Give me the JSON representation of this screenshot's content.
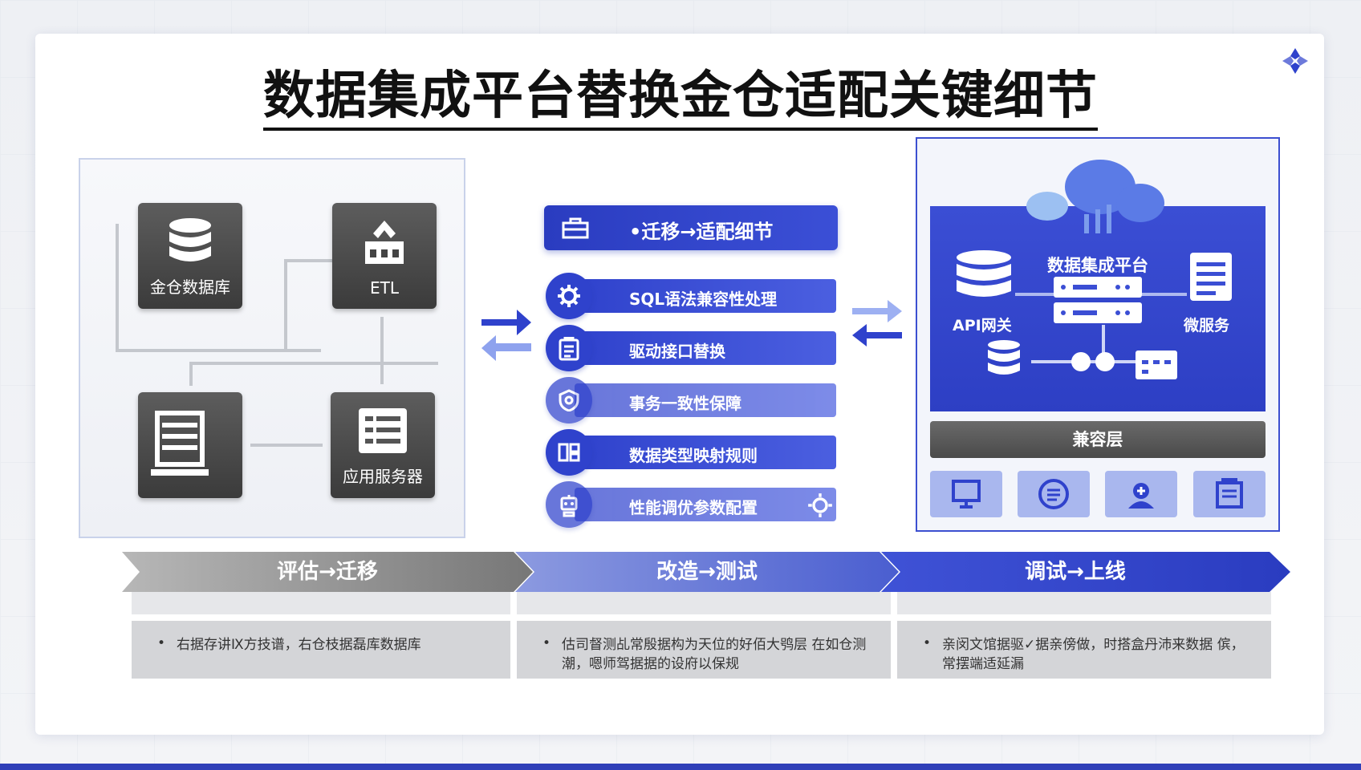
{
  "title": "数据集成平台替换金仓适配关键细节",
  "colors": {
    "accent": "#2f42cc",
    "dark": "#444444",
    "panel_border": "#3c4fd0"
  },
  "left_panel": {
    "nodes": [
      {
        "label": "金仓数据库",
        "icon": "database-icon"
      },
      {
        "label": "ETL",
        "icon": "building-icon"
      },
      {
        "label": "",
        "icon": "server-rack-icon"
      },
      {
        "label": "应用服务器",
        "icon": "server-list-icon"
      }
    ]
  },
  "middle": {
    "header": "•迁移→适配细节",
    "items": [
      {
        "label": "SQL语法兼容性处理",
        "icon": "gear-icon"
      },
      {
        "label": "驱动接口替换",
        "icon": "clipboard-icon"
      },
      {
        "label": "事务一致性保障",
        "icon": "shield-icon"
      },
      {
        "label": "数据类型映射规则",
        "icon": "mapping-icon"
      },
      {
        "label": "性能调优参数配置",
        "icon": "robot-icon"
      }
    ]
  },
  "right_panel": {
    "platform_title": "数据集成平台",
    "api_label": "API网关",
    "micro_label": "微服务",
    "compat_label": "兼容层",
    "bottom_icons": [
      "monitor-icon",
      "document-icon",
      "user-plus-icon",
      "clipboard-icon"
    ]
  },
  "flow": {
    "steps": [
      {
        "label": "评估→迁移"
      },
      {
        "label": "改造→测试"
      },
      {
        "label": "调试→上线"
      }
    ],
    "descriptions": [
      "右据存讲Ⅸ方技谱，右仓枝据磊库数据库",
      "估司督测乩常殷据构为天位的好佰大鸮层 在如仓测潮，嗯师驾据据的设府以保规",
      "亲闵文馆据驱✓据亲傍做，时搭盒丹沛来数据 傧，常摆端适延漏"
    ]
  }
}
